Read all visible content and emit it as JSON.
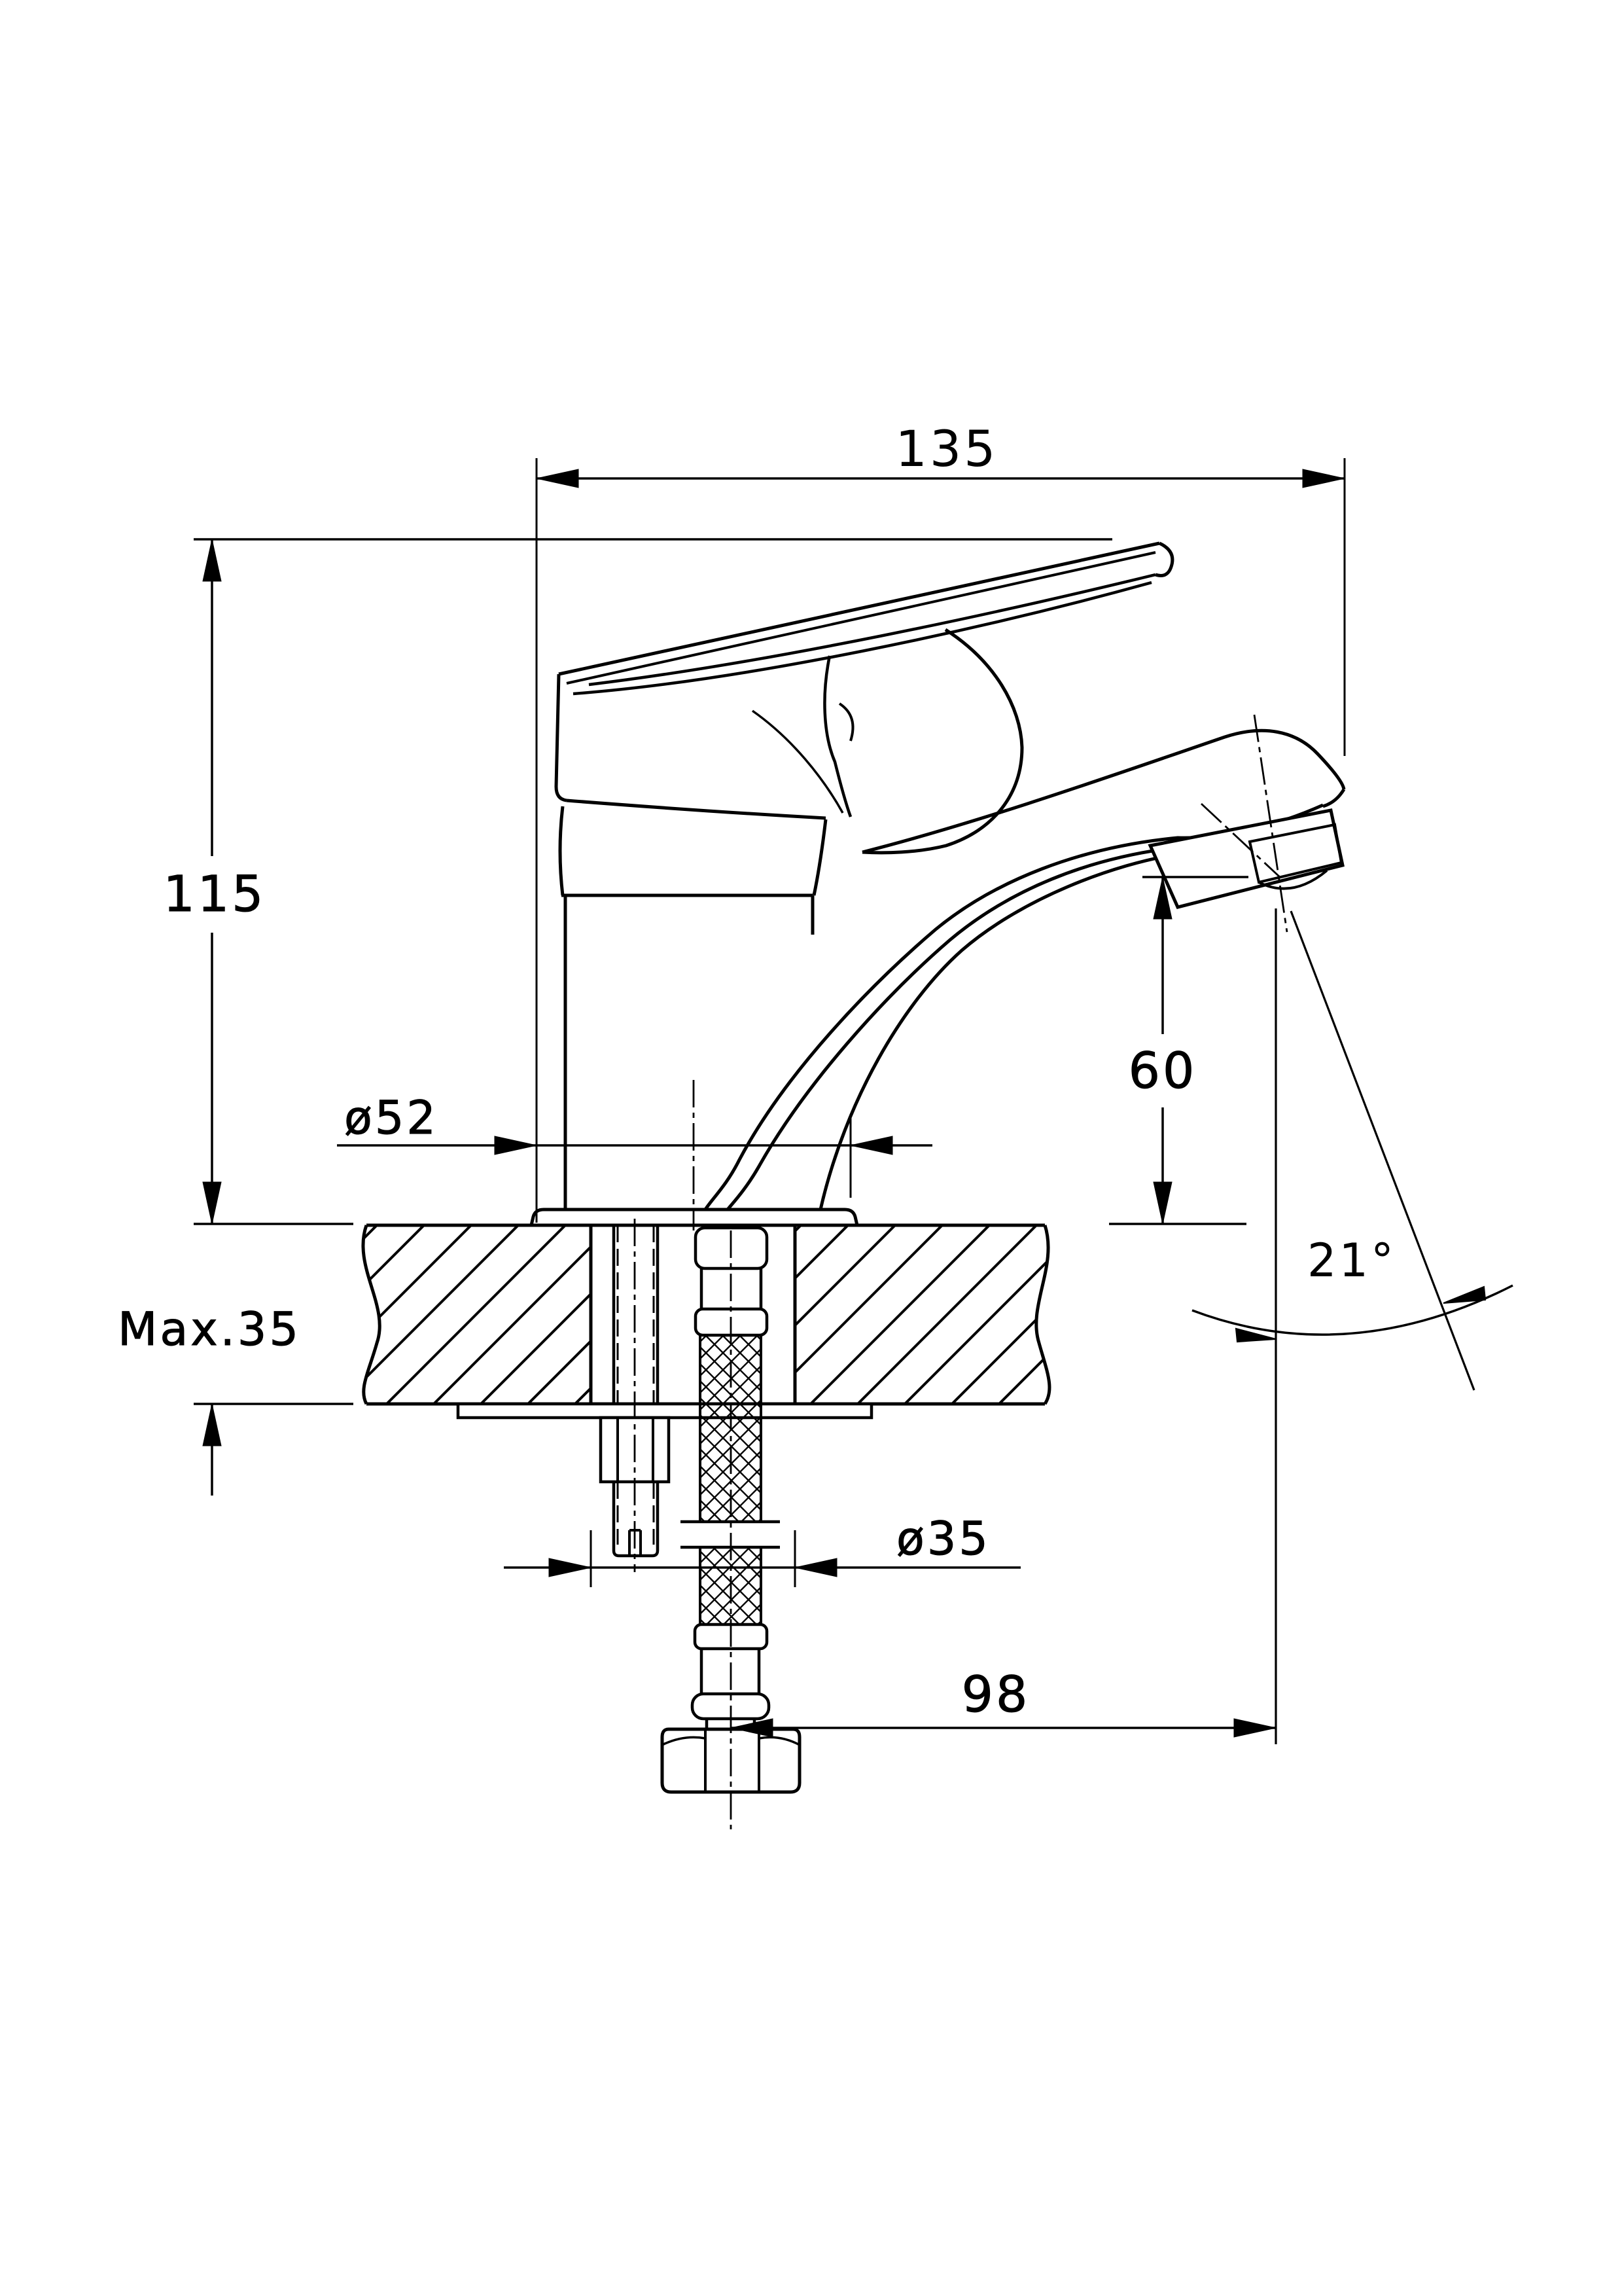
{
  "drawing": {
    "colors": {
      "line": "#000000",
      "background": "#ffffff"
    },
    "dimensions": {
      "overall_width": {
        "label": "135"
      },
      "overall_height": {
        "label": "115"
      },
      "base_diameter": {
        "label": "ø52"
      },
      "spout_outlet_height": {
        "label": "60"
      },
      "max_deck_thickness": {
        "label": "Max.35"
      },
      "mounting_hole_diameter": {
        "label": "ø35"
      },
      "hose_offset": {
        "label": "98"
      },
      "stream_angle": {
        "label": "21°"
      }
    }
  }
}
